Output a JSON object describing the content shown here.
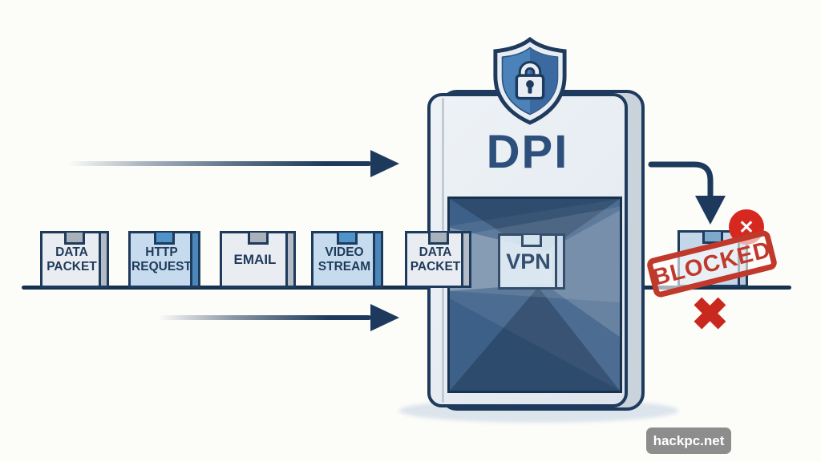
{
  "packets": [
    {
      "id": "data-packet-1",
      "label": "DATA\nPACKET",
      "variant": "gray"
    },
    {
      "id": "http-request",
      "label": "HTTP\nREQUEST",
      "variant": "blue"
    },
    {
      "id": "email",
      "label": "EMAIL",
      "variant": "gray"
    },
    {
      "id": "video-stream",
      "label": "VIDEO\nSTREAM",
      "variant": "blue"
    },
    {
      "id": "data-packet-2",
      "label": "DATA\nPACKET",
      "variant": "gray"
    }
  ],
  "dpi_machine": {
    "label": "DPI",
    "shield_icon": "shield-lock-icon"
  },
  "scanned_packet": {
    "label": "VPN"
  },
  "blocked": {
    "stamp_label": "BLOCKED",
    "badge_glyph": "✕",
    "cross_glyph": "✖"
  },
  "watermark": {
    "label": "hackpc.net"
  },
  "colors": {
    "navy": "#1e3a5c",
    "red_stamp": "#c0392b",
    "red_badge": "#d7281f",
    "blue_box": "#c6dcee",
    "gray_box": "#e9edf2",
    "window": "#3d6088",
    "shield_blue": "#4b82ba"
  }
}
